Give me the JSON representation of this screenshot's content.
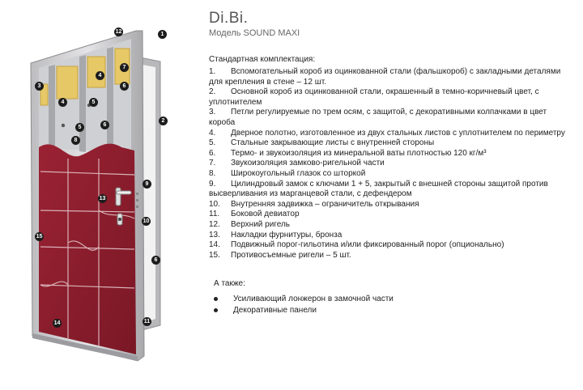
{
  "brand": "Di.Bi.",
  "model": "Модель SOUND MAXI",
  "section_title": "Стандартная комплектация:",
  "items": [
    {
      "num": "1.",
      "text": "Вспомогательный короб из оцинкованной стали (фальшкороб) с закладными деталями для крепления в стене – 12 шт."
    },
    {
      "num": "2.",
      "text": "Основной короб из оцинкованной стали, окрашенный в темно-коричневый цвет, с уплотнителем"
    },
    {
      "num": "3.",
      "text": "Петли регулируемые по трем осям, с защитой, с декоративными колпачками в цвет короба"
    },
    {
      "num": "4.",
      "text": "Дверное полотно, изготовленное из двух стальных листов с уплотнителем по периметру"
    },
    {
      "num": "5.",
      "text": "Стальные закрывающие листы с внутренней стороны"
    },
    {
      "num": "6.",
      "text": "Термо- и звукоизоляция из минеральной ваты плотностью 120 кг/м³"
    },
    {
      "num": "7.",
      "text": "Звукоизоляция замково-ригельной части"
    },
    {
      "num": "8.",
      "text": "Широкоугольный глазок со шторкой"
    },
    {
      "num": "9.",
      "text": "Цилиндровый замок с ключами 1 + 5, закрытый с внешней стороны защитой против высверливания из марганцевой стали, с дефендером"
    },
    {
      "num": "10.",
      "text": "Внутренняя задвижка – ограничитель открывания"
    },
    {
      "num": "11.",
      "text": "Боковой девиатор"
    },
    {
      "num": "12.",
      "text": "Верхний ригель"
    },
    {
      "num": "13.",
      "text": "Накладки фурнитуры, бронза"
    },
    {
      "num": "14.",
      "text": "Подвижный порог-гильотина и/или фиксированный порог (опционально)"
    },
    {
      "num": "15.",
      "text": "Противосъемные ригели – 5 шт."
    }
  ],
  "also_title": "А также:",
  "extras": [
    "Усиливающий лонжерон в замочной части",
    "Декоративные панели"
  ],
  "markers": [
    "1",
    "2",
    "3",
    "4",
    "5",
    "6",
    "7",
    "8",
    "9",
    "10",
    "11",
    "12",
    "13",
    "14",
    "15",
    "4",
    "5",
    "6",
    "6"
  ],
  "colors": {
    "door_panel": "#8b1e2c",
    "frame": "#c9c9cb",
    "insulation": "#e6c866"
  }
}
